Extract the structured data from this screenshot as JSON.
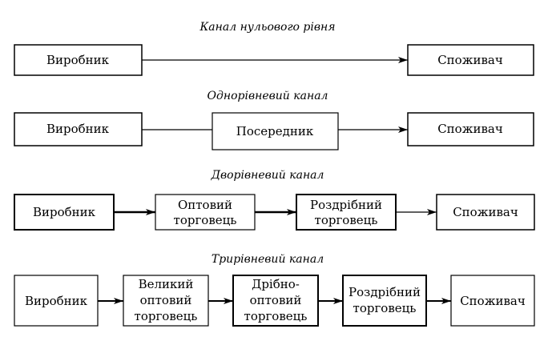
{
  "rows": [
    {
      "title": "Канал нульового рівня",
      "nodes": [
        {
          "lines": [
            "Виробник"
          ]
        },
        {
          "lines": [
            "Споживач"
          ]
        }
      ]
    },
    {
      "title": "Однорівневий канал",
      "nodes": [
        {
          "lines": [
            "Виробник"
          ]
        },
        {
          "lines": [
            "Посередник"
          ]
        },
        {
          "lines": [
            "Споживач"
          ]
        }
      ]
    },
    {
      "title": "Дворівневий канал",
      "nodes": [
        {
          "lines": [
            "Виробник"
          ]
        },
        {
          "lines": [
            "Оптовий",
            "торговець"
          ]
        },
        {
          "lines": [
            "Роздрібний",
            "торговець"
          ]
        },
        {
          "lines": [
            "Споживач"
          ]
        }
      ]
    },
    {
      "title": "Трирівневий канал",
      "nodes": [
        {
          "lines": [
            "Виробник"
          ]
        },
        {
          "lines": [
            "Великий",
            "оптовий",
            "торговець"
          ]
        },
        {
          "lines": [
            "Дрібно-",
            "оптовий",
            "торговець"
          ]
        },
        {
          "lines": [
            "Роздрібний",
            "торговець"
          ]
        },
        {
          "lines": [
            "Споживач"
          ]
        }
      ]
    }
  ]
}
